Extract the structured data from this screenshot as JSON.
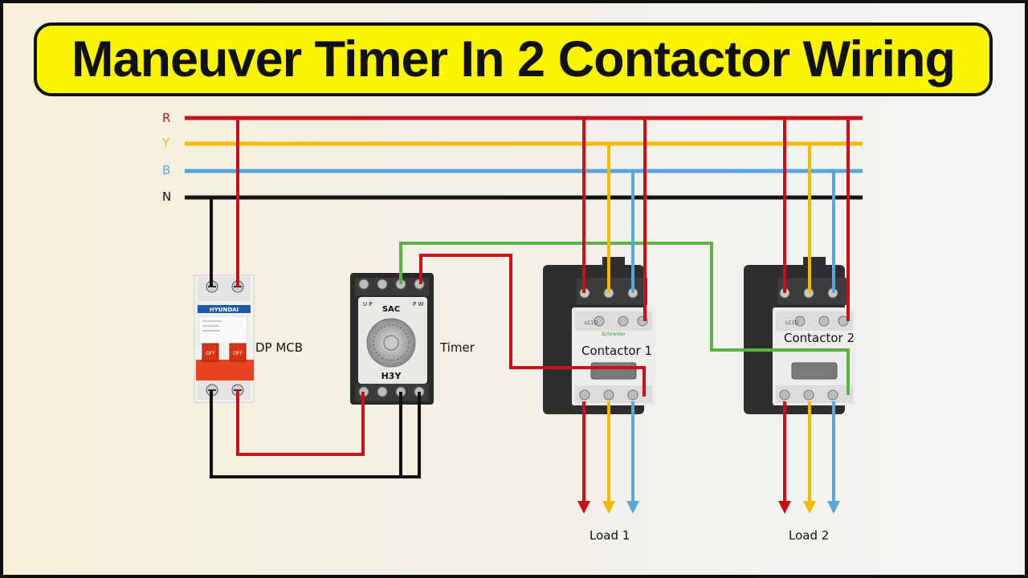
{
  "title": "Maneuver Timer In 2 Contactor Wiring",
  "lines": {
    "r": "R",
    "y": "Y",
    "b": "B",
    "n": "N"
  },
  "mcb": {
    "label": "DP MCB",
    "brand": "HYUNDAI",
    "toggle_text": "OFF"
  },
  "timer": {
    "label": "Timer",
    "brand": "SAC",
    "model": "H3Y",
    "up": "U P",
    "pw": "P W"
  },
  "contactor1": {
    "label": "Contactor 1",
    "brand": "Schneider",
    "model": "LC1D"
  },
  "contactor2": {
    "label": "Contactor 2",
    "model": "LC1D"
  },
  "loads": {
    "load1": "Load 1",
    "load2": "Load 2"
  },
  "colors": {
    "red": "#c8101a",
    "yellow": "#f5b800",
    "blue": "#5aa6dc",
    "black": "#111111",
    "green": "#5bb046",
    "title_bg": "#fcf500"
  }
}
